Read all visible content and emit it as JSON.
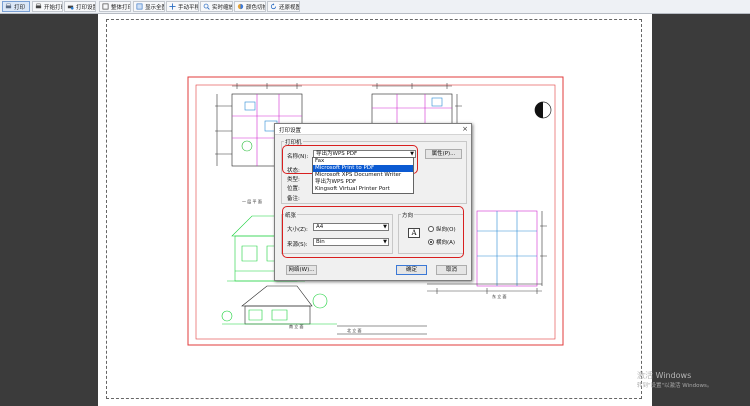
{
  "toolbar": {
    "items": [
      {
        "label": "打印",
        "icon": "print-icon"
      },
      {
        "label": "开始打印",
        "icon": "printer-icon"
      },
      {
        "label": "打印设置",
        "icon": "printer-settings-icon"
      },
      {
        "label": "整体打印",
        "icon": "frame-icon"
      },
      {
        "label": "显示全图",
        "icon": "fit-view-icon"
      },
      {
        "label": "手动平移",
        "icon": "pan-icon"
      },
      {
        "label": "实时缩放",
        "icon": "zoom-icon"
      },
      {
        "label": "颜色切换",
        "icon": "color-switch-icon"
      },
      {
        "label": "还原视图",
        "icon": "restore-view-icon"
      }
    ]
  },
  "dialog": {
    "title": "打印设置",
    "close_glyph": "×",
    "printer_section": "打印机",
    "name_label": "名称(N):",
    "name_value": "导出为WPS PDF",
    "properties_button": "属性(P)...",
    "status_label": "状态:",
    "type_label": "类型:",
    "location_label": "位置:",
    "comment_label": "备注:",
    "printer_options": [
      "Fax",
      "Microsoft Print to PDF",
      "Microsoft XPS Document Writer",
      "导出为WPS PDF",
      "Kingsoft Virtual Printer Port"
    ],
    "selected_option_index": 1,
    "paper_section": "纸张",
    "size_label": "大小(Z):",
    "size_value": "A4",
    "source_label": "来源(S):",
    "source_value": "Bin",
    "orientation_section": "方向",
    "portrait_label": "纵向(O)",
    "landscape_label": "横向(A)",
    "orientation_selected": "横向(A)",
    "orientation_icon_letter": "A",
    "network_button": "网络(W)...",
    "ok_button": "确定",
    "cancel_button": "取消"
  },
  "drawing_captions": {
    "elevation_1": "一 层 平 面",
    "elevation_2": "南 立 面",
    "elevation_3": "北 立 面",
    "elevation_4": "东 立 面"
  },
  "watermark": {
    "line1": "激活 Windows",
    "line2": "转到\"设置\"以激活 Windows。"
  },
  "colors": {
    "background": "#3b3b3b",
    "toolbar": "#eef1f5",
    "highlight": "#0b5ad2",
    "annotation_red": "#d81f1f"
  }
}
